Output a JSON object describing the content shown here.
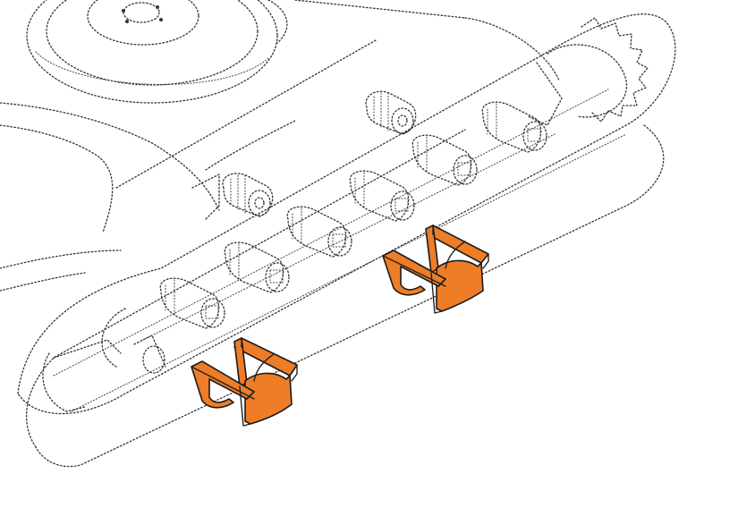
{
  "diagram": {
    "subject": "excavator-undercarriage-track-frame",
    "highlighted_parts": [
      {
        "id": "track-guide-front",
        "label": ""
      },
      {
        "id": "track-guide-rear",
        "label": ""
      }
    ]
  },
  "colors": {
    "highlight": "#ee7d27",
    "outline": "#1a1a1a",
    "background": "#ffffff"
  }
}
